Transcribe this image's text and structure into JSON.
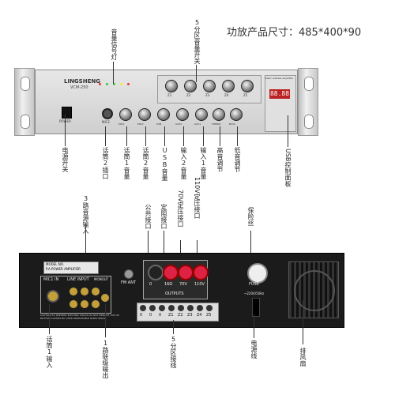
{
  "header": {
    "title": "功放产品尺寸：485*400*90"
  },
  "front_labels": {
    "signal_light": "音量信号灯",
    "zone5_switch": "5分区音量开关",
    "power_switch": "电源开关",
    "mic2_port": "话筒2插口",
    "mic1_volume": "话筒1音量",
    "mic2_volume": "话筒2音量",
    "usb_volume": "USB音量",
    "input2_volume": "输入2音量",
    "input1_volume": "输入1音量",
    "treble": "高音调节",
    "bass": "低音调节",
    "usb_panel": "USB控制面板"
  },
  "front_panel": {
    "brand": "LINGSHENG",
    "model": "VCM-250",
    "power_text": "POWER",
    "mic_text": "MIC2",
    "pa_text": "Public address amplifier",
    "lcd_value": "88.88",
    "led_colors": [
      "#e33",
      "#3c3",
      "#3c3",
      "#ee3",
      "#e33"
    ],
    "knob_labels": [
      "MIC1",
      "MIC2",
      "USB",
      "AUX2",
      "AUX1",
      "TREBLE",
      "BASS"
    ],
    "zone_labels": [
      "Z1",
      "Z2",
      "Z3",
      "Z4",
      "Z5"
    ]
  },
  "back_labels": {
    "input3": "3路音源输入",
    "common": "公共接口",
    "fixed_resist": "定阻接口",
    "v70": "70V定压接口",
    "v110": "110V定压接口",
    "fuse": "保险丝",
    "mic1_input": "话筒1输入",
    "line_out": "1路联级输出",
    "zone_wiring": "5分区接线",
    "power_line": "电源线",
    "fan": "排风扇"
  },
  "back_panel": {
    "model_no": "MODEL NO.",
    "pa_power": "P.A.POWER AMPLIFIER",
    "mic1_in": "MIC1 IN",
    "line_input": "LINE INPUT",
    "monout": "MONOUT",
    "fm_ant": "FM ANT",
    "outputs": "OUTPUTS",
    "out_labels": [
      "0",
      "16Ω",
      "70V",
      "110V"
    ],
    "zone_terms": [
      "0",
      "0",
      "0",
      "Z1",
      "Z2",
      "Z3",
      "Z4",
      "Z5"
    ],
    "fuse_text": "FUSE",
    "voltage": "~220V/50Hz",
    "caution": "CAUTION:TO PREVENT ELECTRIC SHOCK DO NOT REMOVE TOP OR BOTTOM COVERS NO USER SERVICEABLE PARTS INSIDE"
  }
}
